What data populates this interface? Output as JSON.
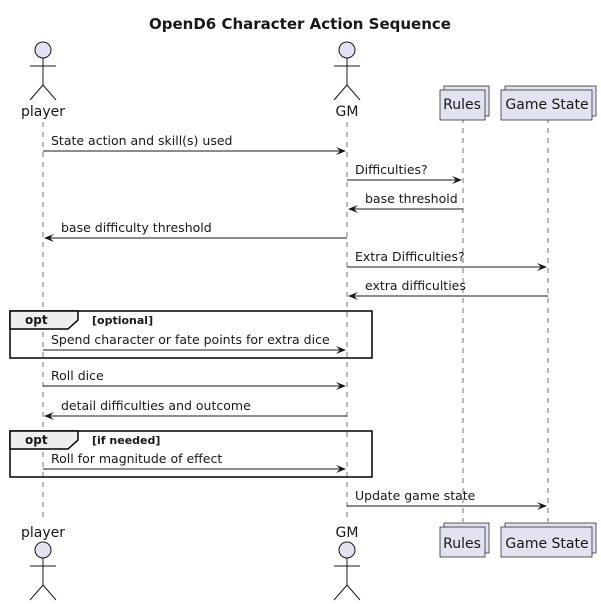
{
  "title": "OpenD6 Character Action Sequence",
  "participants": {
    "player": {
      "label": "player",
      "kind": "actor"
    },
    "gm": {
      "label": "GM",
      "kind": "actor"
    },
    "rules": {
      "label": "Rules",
      "kind": "collections"
    },
    "game_state": {
      "label": "Game State",
      "kind": "collections"
    }
  },
  "messages": [
    {
      "from": "player",
      "to": "gm",
      "label": "State action and skill(s) used"
    },
    {
      "from": "gm",
      "to": "rules",
      "label": "Difficulties?"
    },
    {
      "from": "rules",
      "to": "gm",
      "label": "base threshold"
    },
    {
      "from": "gm",
      "to": "player",
      "label": "base difficulty threshold"
    },
    {
      "from": "gm",
      "to": "game_state",
      "label": "Extra Difficulties?"
    },
    {
      "from": "game_state",
      "to": "gm",
      "label": "extra difficulties"
    },
    {
      "from": "player",
      "to": "gm",
      "label": "Spend character or fate points for extra dice"
    },
    {
      "from": "player",
      "to": "gm",
      "label": "Roll dice"
    },
    {
      "from": "gm",
      "to": "player",
      "label": "detail difficulties and outcome"
    },
    {
      "from": "player",
      "to": "gm",
      "label": "Roll for magnitude of effect"
    },
    {
      "from": "gm",
      "to": "game_state",
      "label": "Update game state"
    }
  ],
  "fragments": [
    {
      "keyword": "opt",
      "guard": "[optional]"
    },
    {
      "keyword": "opt",
      "guard": "[if needed]"
    }
  ],
  "colors": {
    "participant_fill": "#E2E2F0",
    "line": "#181818",
    "fragment_tab": "#EEEEEE"
  }
}
